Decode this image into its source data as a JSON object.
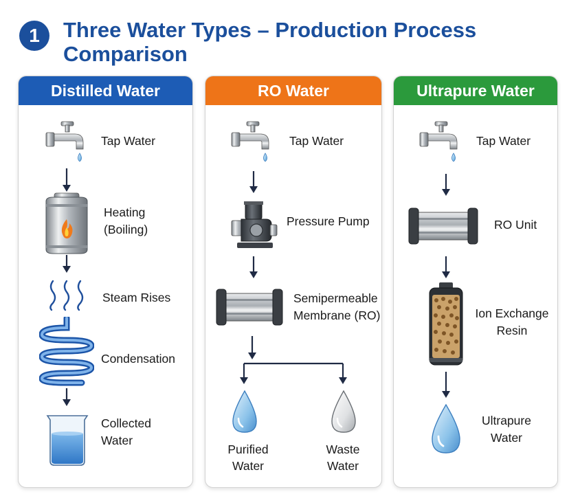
{
  "header": {
    "number": "1",
    "title": "Three Water Types – Production Process Comparison"
  },
  "colors": {
    "title": "#1b4f9c",
    "distilled": "#1d5cb5",
    "ro": "#ee7418",
    "ultrapure": "#2b9a3c"
  },
  "panels": {
    "distilled": {
      "title": "Distilled Water",
      "steps": [
        "Tap Water",
        "Heating",
        "(Boiling)",
        "Steam Rises",
        "Condensation",
        "Collected",
        "Water"
      ],
      "icons": [
        "faucet-icon",
        "boiler-icon",
        "steam-icon",
        "condenser-coil-icon",
        "beaker-icon"
      ]
    },
    "ro": {
      "title": "RO Water",
      "steps": [
        "Tap Water",
        "Pressure Pump",
        "Semipermeable",
        "Membrane (RO)"
      ],
      "outputs": [
        "Purified",
        "Water",
        "Waste",
        "Water"
      ],
      "icons": [
        "faucet-icon",
        "pump-icon",
        "membrane-icon",
        "clear-drop-icon",
        "grey-drop-icon"
      ]
    },
    "ultrapure": {
      "title": "Ultrapure Water",
      "steps": [
        "Tap Water",
        "RO Unit",
        "Ion Exchange",
        "Resin",
        "Ultrapure",
        "Water"
      ],
      "icons": [
        "faucet-icon",
        "ro-unit-icon",
        "resin-column-icon",
        "water-drop-icon"
      ]
    }
  }
}
